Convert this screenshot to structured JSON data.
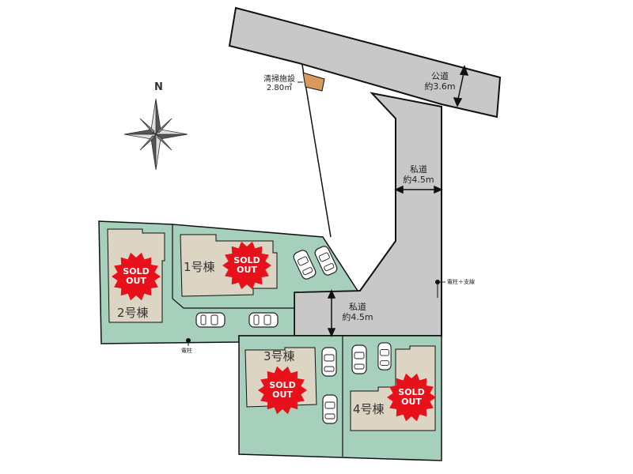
{
  "compass": {
    "north_label": "N"
  },
  "roads": {
    "public": {
      "name": "公道",
      "width": "約3.6m"
    },
    "private_vertical": {
      "name": "私道",
      "width": "約4.5m"
    },
    "private_branch": {
      "name": "私道",
      "width": "約4.5m"
    }
  },
  "facility": {
    "name": "清掃施設",
    "area": "2.80㎡"
  },
  "poles": {
    "pole_with_guy": "電柱＋支線",
    "pole": "電柱"
  },
  "buildings": [
    {
      "number": "1号棟",
      "badge": [
        "SOLD",
        "OUT"
      ]
    },
    {
      "number": "2号棟",
      "badge": [
        "SOLD",
        "OUT"
      ]
    },
    {
      "number": "3号棟",
      "badge": [
        "SOLD",
        "OUT"
      ]
    },
    {
      "number": "4号棟",
      "badge": [
        "SOLD",
        "OUT"
      ]
    }
  ],
  "colors": {
    "road": "#c8c8c8",
    "lot": "#a6cfbc",
    "building": "#ddd5c4",
    "sold": "#e8101a",
    "facility": "#d9995a"
  }
}
